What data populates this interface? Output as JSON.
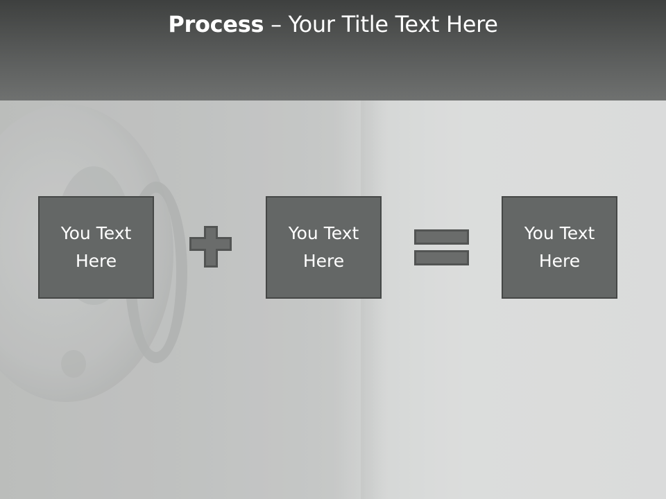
{
  "slide": {
    "title_bold": "Process",
    "title_rest": " – Your Title Text Here"
  },
  "process": {
    "boxes": [
      {
        "line1": "You Text",
        "line2": "Here"
      },
      {
        "line1": "You Text",
        "line2": "Here"
      },
      {
        "line1": "You Text",
        "line2": "Here"
      }
    ],
    "operators": [
      "plus-icon",
      "equals-icon"
    ]
  },
  "colors": {
    "title_bar": "#5a5c5b",
    "box_fill": "#646766",
    "box_border": "#454746",
    "text": "#ffffff"
  }
}
